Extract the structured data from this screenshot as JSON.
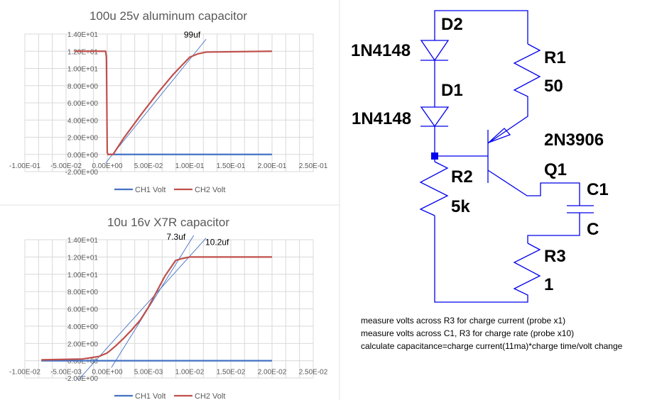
{
  "chart_data": [
    {
      "type": "line",
      "title": "100u 25v aluminum capacitor",
      "xlim": [
        -0.1,
        0.25
      ],
      "ylim": [
        -2,
        14
      ],
      "x_ticks": [
        "-1.00E-01",
        "-5.00E-02",
        "0.00E+00",
        "5.00E-02",
        "1.00E-01",
        "1.50E-01",
        "2.00E-01",
        "2.50E-01"
      ],
      "x_tick_values": [
        -0.1,
        -0.05,
        0,
        0.05,
        0.1,
        0.15,
        0.2,
        0.25
      ],
      "y_ticks": [
        "-2.00E+00",
        "0.00E+00",
        "2.00E+00",
        "4.00E+00",
        "6.00E+00",
        "8.00E+00",
        "1.00E+01",
        "1.20E+01",
        "1.40E+01"
      ],
      "y_tick_values": [
        -2,
        0,
        2,
        4,
        6,
        8,
        10,
        12,
        14
      ],
      "grid": true,
      "legend": "bottom",
      "series": [
        {
          "name": "CH1 Volt",
          "color": "#4472c4",
          "points": [
            [
              0,
              0
            ],
            [
              0.2,
              0
            ]
          ]
        },
        {
          "name": "CH2 Volt",
          "color": "#c0504d",
          "points": [
            [
              -0.04,
              12
            ],
            [
              -0.002,
              12
            ],
            [
              -0.001,
              11.3
            ],
            [
              0,
              0.2
            ],
            [
              0.001,
              0
            ],
            [
              0.007,
              0
            ],
            [
              0.02,
              1.9
            ],
            [
              0.04,
              4.5
            ],
            [
              0.06,
              7
            ],
            [
              0.08,
              9.3
            ],
            [
              0.1,
              11.3
            ],
            [
              0.11,
              11.7
            ],
            [
              0.12,
              11.9
            ],
            [
              0.2,
              12
            ]
          ]
        }
      ],
      "trendlines": [
        {
          "label": "99uf",
          "color": "#4472c4",
          "points": [
            [
              -0.002,
              -1
            ],
            [
              0.12,
              13.4
            ]
          ],
          "label_at": [
            0.093,
            13.6
          ]
        }
      ]
    },
    {
      "type": "line",
      "title": "10u 16v X7R capacitor",
      "xlim": [
        -0.01,
        0.025
      ],
      "ylim": [
        -2,
        14
      ],
      "x_ticks": [
        "-1.00E-02",
        "-5.00E-03",
        "0.00E+00",
        "5.00E-03",
        "1.00E-02",
        "1.50E-02",
        "2.00E-02",
        "2.50E-02"
      ],
      "x_tick_values": [
        -0.01,
        -0.005,
        0,
        0.005,
        0.01,
        0.015,
        0.02,
        0.025
      ],
      "y_ticks": [
        "-2.00E+00",
        "0.00E+00",
        "2.00E+00",
        "4.00E+00",
        "6.00E+00",
        "8.00E+00",
        "1.00E+01",
        "1.20E+01",
        "1.40E+01"
      ],
      "y_tick_values": [
        -2,
        0,
        2,
        4,
        6,
        8,
        10,
        12,
        14
      ],
      "grid": true,
      "legend": "bottom",
      "series": [
        {
          "name": "CH1 Volt",
          "color": "#4472c4",
          "points": [
            [
              -0.008,
              0
            ],
            [
              0.02,
              0
            ]
          ]
        },
        {
          "name": "CH2 Volt",
          "color": "#c0504d",
          "points": [
            [
              -0.008,
              0.1
            ],
            [
              -0.003,
              0.2
            ],
            [
              -0.001,
              0.5
            ],
            [
              0,
              0.9
            ],
            [
              0.001,
              1.7
            ],
            [
              0.002,
              2.6
            ],
            [
              0.003,
              3.6
            ],
            [
              0.004,
              4.7
            ],
            [
              0.005,
              6.2
            ],
            [
              0.006,
              8
            ],
            [
              0.007,
              9.8
            ],
            [
              0.0083,
              11.6
            ],
            [
              0.009,
              11.8
            ],
            [
              0.01,
              12
            ],
            [
              0.02,
              12
            ]
          ]
        }
      ],
      "trendlines": [
        {
          "label": "7.3uf",
          "color": "#4472c4",
          "points": [
            [
              0.0005,
              -0.8
            ],
            [
              0.0105,
              14.5
            ]
          ],
          "label_at": [
            0.0072,
            14.0
          ]
        },
        {
          "label": "10.2uf",
          "color": "#4472c4",
          "points": [
            [
              -0.0035,
              -2.2
            ],
            [
              0.012,
              14.2
            ]
          ],
          "label_at": [
            0.0119,
            13.4
          ]
        }
      ]
    }
  ],
  "schematic": {
    "labels": {
      "d2": "D2",
      "d2_part": "1N4148",
      "d1": "D1",
      "d1_part": "1N4148",
      "r1": "R1",
      "r1_val": "50",
      "q1_part": "2N3906",
      "q1": "Q1",
      "r2": "R2",
      "r2_val": "5k",
      "c1": "C1",
      "c1_val": "C",
      "r3": "R3",
      "r3_val": "1"
    },
    "wire_color": "#0000ee",
    "notes": [
      "measure volts across R3 for charge current  (probe x1)",
      "measure volts across C1, R3 for charge rate (probe x10)",
      "calculate capacitance=charge current(11ma)*charge time/volt change"
    ]
  }
}
